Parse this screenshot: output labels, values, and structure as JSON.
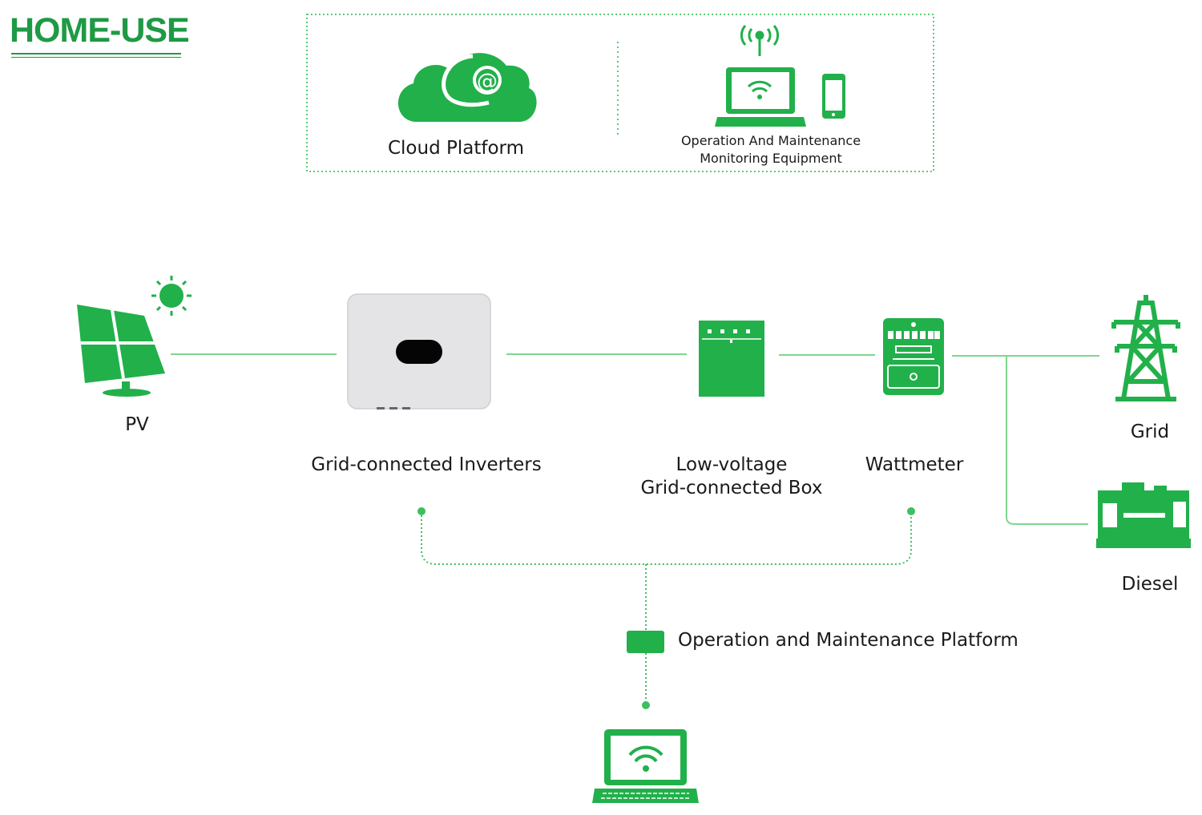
{
  "header": {
    "title": "HOME-USE"
  },
  "cloud_box": {
    "cloud_label": "Cloud Platform",
    "monitoring_label_line1": "Operation And Maintenance",
    "monitoring_label_line2": "Monitoring Equipment",
    "cloud_symbol": "@"
  },
  "nodes": {
    "pv": "PV",
    "inverter": "Grid-connected Inverters",
    "box_line1": "Low-voltage",
    "box_line2": "Grid-connected Box",
    "wattmeter": "Wattmeter",
    "grid": "Grid",
    "diesel": "Diesel"
  },
  "platform": {
    "label": "Operation and Maintenance Platform"
  },
  "colors": {
    "accent": "#22b04b",
    "line": "#7ed68f",
    "dotted": "#3cc060",
    "inverter_body": "#e4e4e6"
  }
}
